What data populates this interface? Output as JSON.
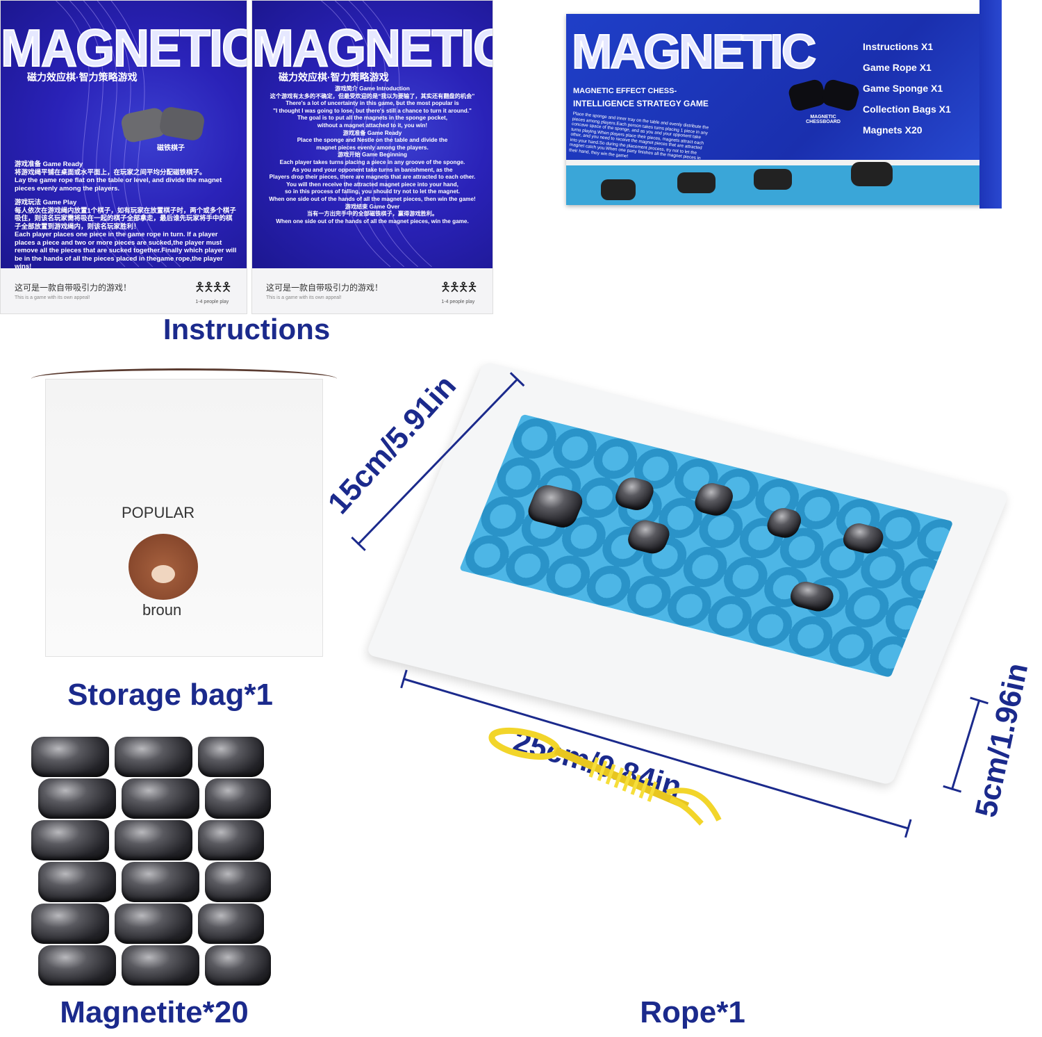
{
  "instructions_sheet_1": {
    "logo": "MAGNETIC",
    "subtitle_cn": "磁力效应棋·智力策略游戏",
    "piece_caption_cn": "磁铁棋子",
    "sections": [
      {
        "heading": "游戏准备 Game Ready",
        "cn": "将游戏绳平铺在桌面或水平面上，在玩家之间平均分配磁铁棋子。",
        "en": "Lay the game rope flat on the table or level, and divide the magnet pieces evenly among the players."
      },
      {
        "heading": "游戏玩法 Game Play",
        "cn": "每人依次在游戏绳内放置1个棋子，如有玩家在放置棋子时，两个或多个棋子吸住，则该名玩家需将吸在一起的棋子全部拿走，最后谁先玩家将手中的棋子全部放置到游戏绳内，则该名玩家胜利！",
        "en": "Each player places one piece in the game rope in turn. If a player places a piece and two or more pieces are sucked,the player must remove all the pieces that are sucked together.Finally which player will be in the hands of all the pieces placed in thegame rope,the player wins!"
      }
    ],
    "footer_cn": "这可是一款自带吸引力的游戏！",
    "footer_en": "This is a game with its own appeal!",
    "players": "1-4 people play"
  },
  "instructions_sheet_2": {
    "logo": "MAGNETIC",
    "subtitle_cn": "磁力效应棋·智力策略游戏",
    "text": "游戏简介 Game Introduction\n这个游戏有太多的不确定，但最受欢迎的是“我以为要输了，其实还有翻盘的机会”\nThere's a lot of uncertainty in this game, but the most popular is\n\"I thought I was going to lose, but there's still a chance to turn it around.\"\nThe goal is to put all the magnets in the sponge pocket,\nwithout a magnet attached to it, you win!\n游戏准备 Game Ready\nPlace the sponge and Nestle on the table and divide the\nmagnet pieces evenly among the players.\n游戏开始 Game Beginning\nEach player takes turns placing a piece in any groove of the sponge.\nAs you and your opponent take turns in banishment, as the\nPlayers drop their pieces, there are magnets that are attracted to each other.\nYou will then receive the attracted magnet piece into your hand,\nso in this process of falling, you should try not to let the magnet.\nWhen one side out of the hands of all the magnet pieces, then win the game!\n游戏结束 Game Over\n当有一方出完手中的全部磁铁棋子，赢得游戏胜利。\nWhen one side out of the hands of all the magnet pieces, win the game.",
    "footer_cn": "这可是一款自带吸引力的游戏！",
    "footer_en": "This is a game with its own appeal!",
    "players": "1-4 people play"
  },
  "box": {
    "logo": "MAGNETIC",
    "subtitle_line1": "MAGNETIC EFFECT CHESS-",
    "subtitle_line2": "INTELLIGENCE STRATEGY GAME",
    "description": "Place the sponge and inner tray on the table and evenly distribute the pieces among players.Each person takes turns placing 1 piece in any concave space of the sponge, and as you and your opponent take turns playing.When players place their pieces, magnets attract each other, and you need to receive the magnet pieces that are attracted into your hand.So during the placement process, try not to let the magnet catch you.When one party finishes all the magnet pieces in their hand, they win the game!",
    "chessboard_caption": "MAGNETIC CHESSBOARD",
    "contents": [
      "Instructions X1",
      "Game Rope  X1",
      "Game Sponge X1",
      "Collection Bags X1",
      "Magnets X20"
    ]
  },
  "labels": {
    "instructions": "Instructions",
    "storage_bag": "Storage bag*1",
    "magnetite": "Magnetite*20",
    "rope": "Rope*1"
  },
  "bag": {
    "brand": "POPULAR",
    "character": "broun"
  },
  "dimensions": {
    "width": "15cm/5.91in",
    "length": "25cm/9.84in",
    "height": "5cm/1.96in"
  },
  "colors": {
    "label_navy": "#1b2a8c",
    "sheet_blue": "#2a22b8",
    "sponge_blue": "#3aa6d8",
    "rope_yellow": "#f2d52a"
  }
}
